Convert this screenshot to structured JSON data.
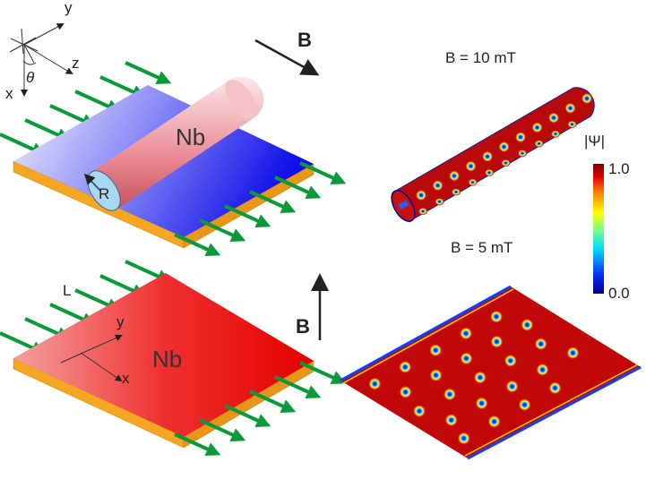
{
  "top_panel": {
    "material": "Nb",
    "radius_label": "R",
    "field_label": "B"
  },
  "bottom_panel": {
    "material": "Nb",
    "length_label": "L",
    "field_label": "B",
    "axis_x": "x",
    "axis_y": "y"
  },
  "axes": {
    "x": "x",
    "y": "y",
    "z": "z",
    "angle": "θ"
  },
  "results": {
    "tube_title": "B = 10 mT",
    "plate_title": "B = 5 mT"
  },
  "colorbar": {
    "title": "|Ψ|",
    "max_label": "1.0",
    "min_label": "0.0",
    "colors": [
      "#00008f",
      "#0060ff",
      "#00e0ff",
      "#80ff80",
      "#ffff00",
      "#ff8000",
      "#e00000",
      "#800000"
    ]
  },
  "colors": {
    "arrow": "#0a9a3a",
    "substrate": "#f5a623",
    "superconductor": "#c80000"
  }
}
